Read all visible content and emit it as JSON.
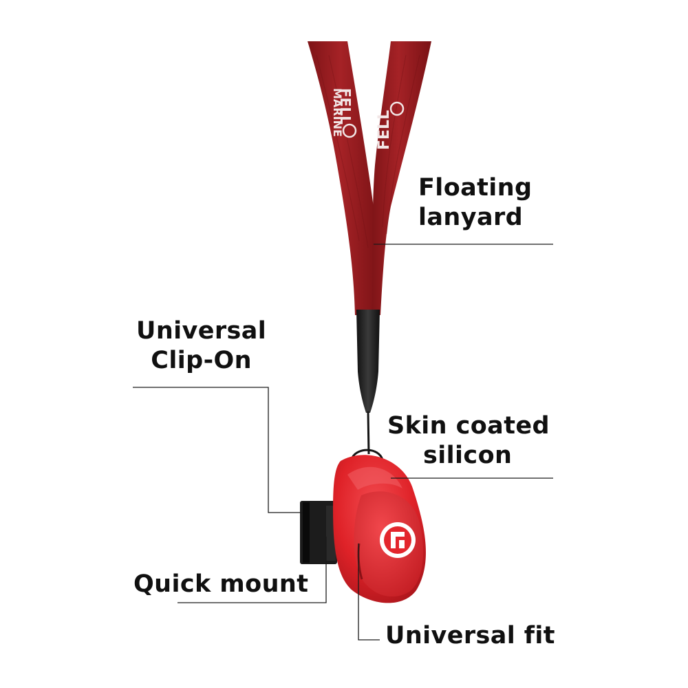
{
  "callouts": {
    "floating_lanyard": {
      "line1": "Floating",
      "line2": "lanyard"
    },
    "universal_clip_on": {
      "line1": "Universal",
      "line2": "Clip-On"
    },
    "skin_coated_silicon": {
      "line1": "Skin coated",
      "line2": "silicon"
    },
    "quick_mount": {
      "text": "Quick mount"
    },
    "universal_fit": {
      "text": "Universal fit"
    }
  },
  "lanyard_print": {
    "line1": "FELL",
    "line2": "MARINE",
    "line3": "FELL"
  },
  "colors": {
    "lanyard": "#9b1d20",
    "clip_body": "#e3262d",
    "mount": "#1c1c1c",
    "text": "#101010",
    "leader_line": "#1a1a1a"
  },
  "icons": {
    "clip_logo": "fell-logo-icon"
  }
}
